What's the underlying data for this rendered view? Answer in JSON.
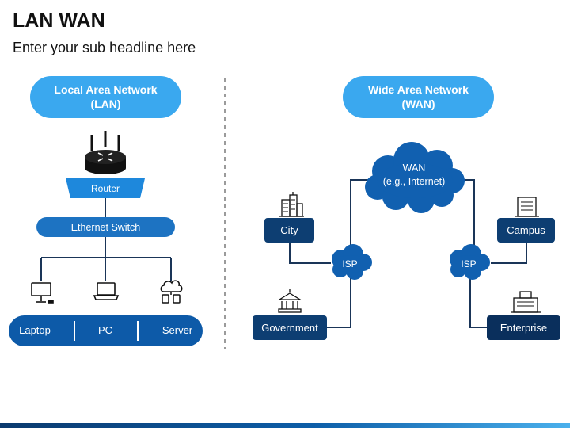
{
  "title": "LAN WAN",
  "subtitle": "Enter your sub headline here",
  "lan": {
    "header_line1": "Local Area Network",
    "header_line2": "(LAN)",
    "router_label": "Router",
    "switch_label": "Ethernet Switch",
    "devices": [
      "Laptop",
      "PC",
      "Server"
    ]
  },
  "wan": {
    "header_line1": "Wide Area Network",
    "header_line2": "(WAN)",
    "cloud_line1": "WAN",
    "cloud_line2": "(e.g., Internet)",
    "isp_left": "ISP",
    "isp_right": "ISP",
    "nodes": {
      "city": "City",
      "government": "Government",
      "campus": "Campus",
      "enterprise": "Enterprise"
    }
  },
  "icons": {
    "router": "router-icon",
    "pc": "desktop-icon",
    "laptop": "laptop-icon",
    "server": "cloud-server-icon",
    "city": "city-buildings-icon",
    "government": "government-building-icon",
    "campus": "campus-building-icon",
    "enterprise": "enterprise-building-icon"
  },
  "colors": {
    "light_blue": "#3aa8ef",
    "mid_blue": "#1d73c2",
    "dark_blue": "#0d3e72",
    "navy": "#0a2f5c",
    "cloud": "#1160b0",
    "line": "#1a3558"
  }
}
